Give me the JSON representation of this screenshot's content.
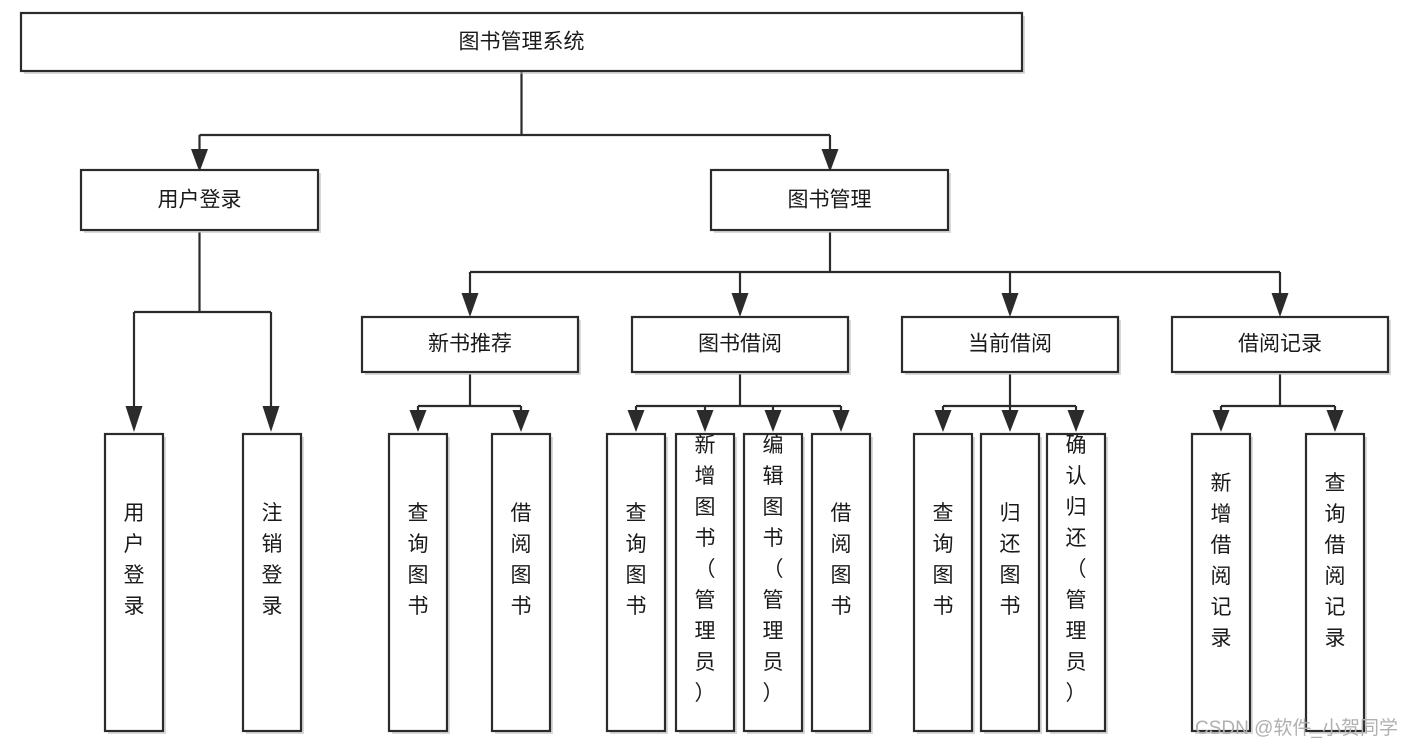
{
  "diagram": {
    "type": "tree-hierarchy",
    "title": "图书管理系统",
    "orientation": "top-down",
    "background_color": "#ffffff",
    "line_color": "#2b2b2b",
    "box_fill": "#ffffff",
    "text_color": "#1a1a1a",
    "root": {
      "id": "root",
      "label": "图书管理系统"
    },
    "level2": [
      {
        "id": "user-login",
        "label": "用户登录"
      },
      {
        "id": "book-management",
        "label": "图书管理"
      }
    ],
    "level3": [
      {
        "id": "new-book-recommend",
        "label": "新书推荐",
        "parent": "book-management"
      },
      {
        "id": "book-borrow",
        "label": "图书借阅",
        "parent": "book-management"
      },
      {
        "id": "current-borrow",
        "label": "当前借阅",
        "parent": "book-management"
      },
      {
        "id": "borrow-record",
        "label": "借阅记录",
        "parent": "book-management"
      }
    ],
    "leaves": {
      "user_login": [
        {
          "id": "leaf-user-login",
          "label": "用户登录"
        },
        {
          "id": "leaf-logout-login",
          "label": "注销登录"
        }
      ],
      "new_book_recommend": [
        {
          "id": "leaf-query-book-1",
          "label": "查询图书"
        },
        {
          "id": "leaf-borrow-book-1",
          "label": "借阅图书"
        }
      ],
      "book_borrow": [
        {
          "id": "leaf-query-book-2",
          "label": "查询图书"
        },
        {
          "id": "leaf-add-book",
          "label": "新增图书（管理员）"
        },
        {
          "id": "leaf-edit-book",
          "label": "编辑图书（管理员）"
        },
        {
          "id": "leaf-borrow-book-2",
          "label": "借阅图书"
        }
      ],
      "current_borrow": [
        {
          "id": "leaf-query-book-3",
          "label": "查询图书"
        },
        {
          "id": "leaf-return-book",
          "label": "归还图书"
        },
        {
          "id": "leaf-confirm-return",
          "label": "确认归还（管理员）"
        }
      ],
      "borrow_record": [
        {
          "id": "leaf-add-record",
          "label": "新增借阅记录"
        },
        {
          "id": "leaf-query-record",
          "label": "查询借阅记录"
        }
      ]
    }
  },
  "watermark": {
    "text": "CSDN @软件_小贺同学",
    "color": "#b0b0b0"
  }
}
